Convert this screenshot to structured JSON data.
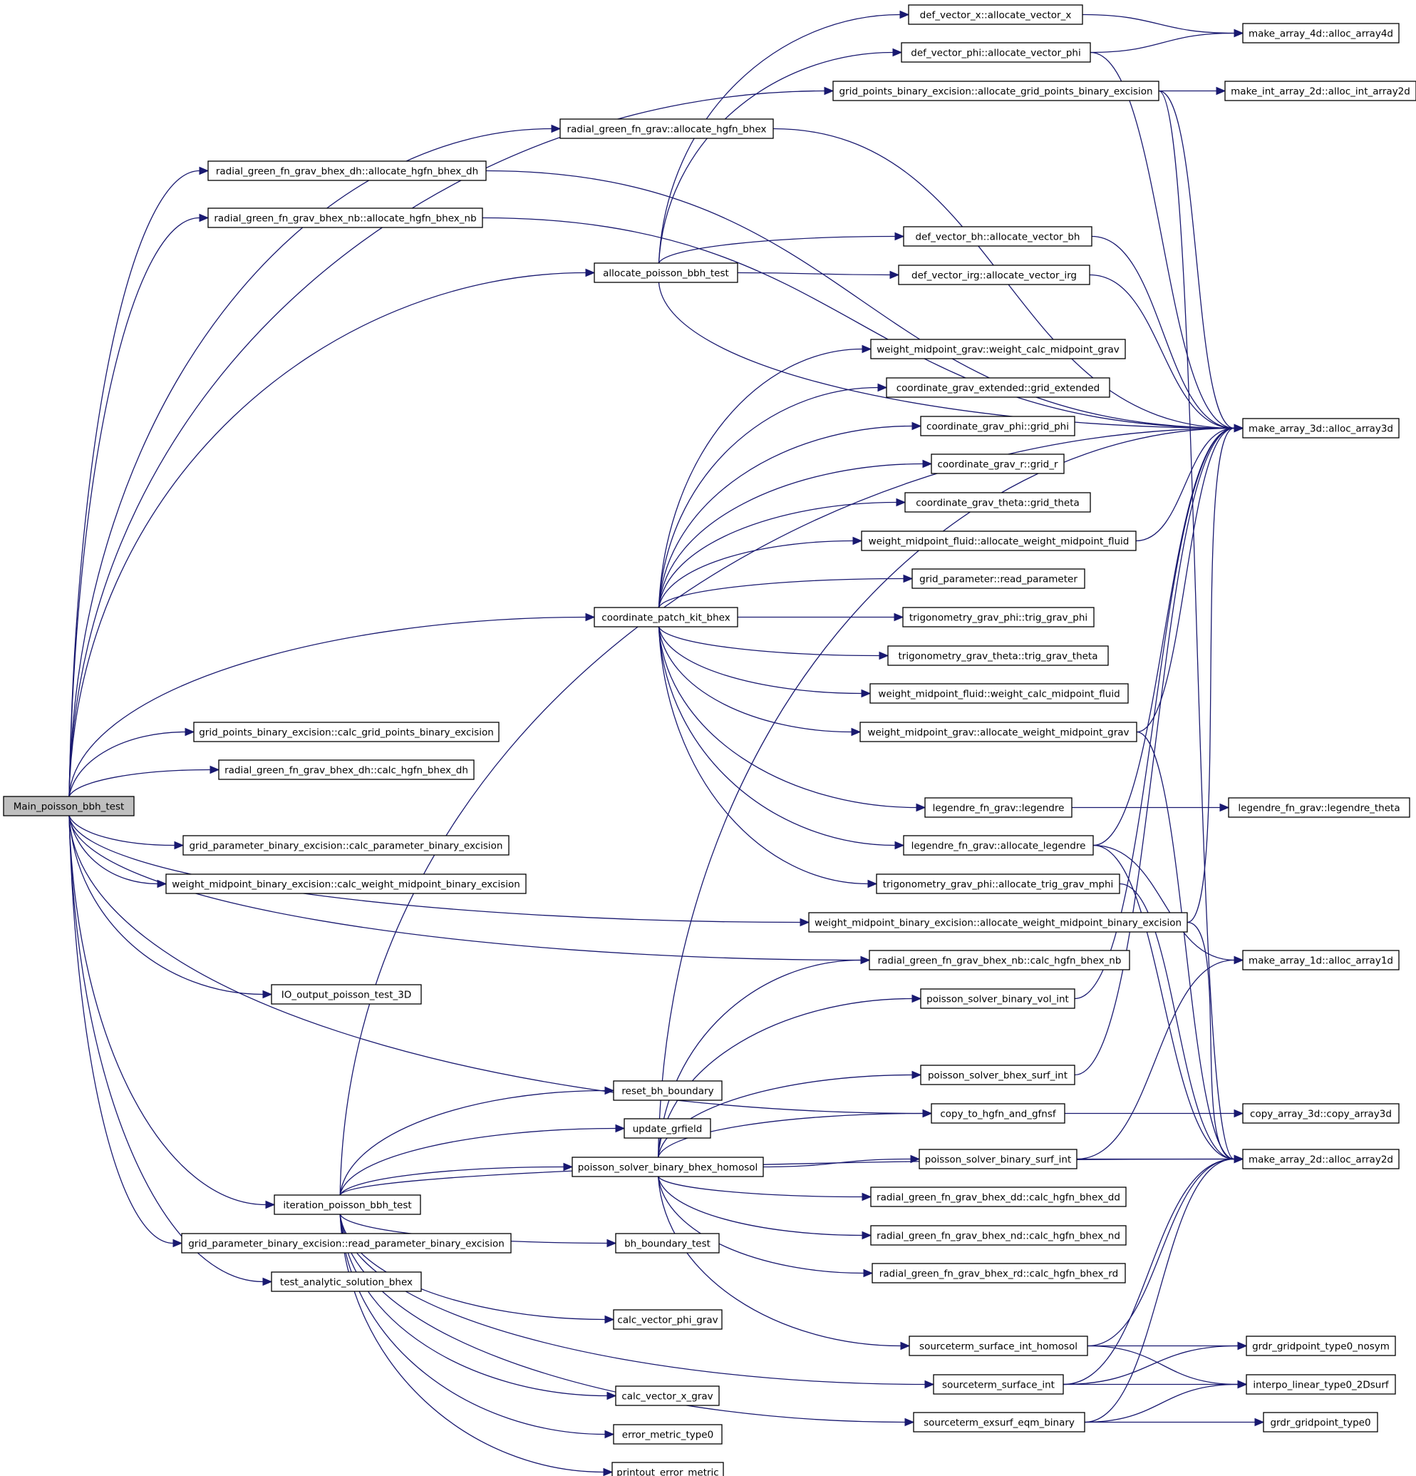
{
  "graph": {
    "edge_color": "#191970",
    "root_fill": "#bfbfbf",
    "nodes": [
      {
        "id": "main",
        "label": "Main_poisson_bbh_test",
        "root": true
      },
      {
        "id": "def_vector_x",
        "label": "def_vector_x::allocate_vector_x"
      },
      {
        "id": "def_vector_phi",
        "label": "def_vector_phi::allocate_vector_phi"
      },
      {
        "id": "gp_alloc",
        "label": "grid_points_binary_excision::allocate_grid_points_binary_excision"
      },
      {
        "id": "rg_alloc",
        "label": "radial_green_fn_grav::allocate_hgfn_bhex"
      },
      {
        "id": "rg_dh_alloc",
        "label": "radial_green_fn_grav_bhex_dh::allocate_hgfn_bhex_dh"
      },
      {
        "id": "rg_nb_alloc",
        "label": "radial_green_fn_grav_bhex_nb::allocate_hgfn_bhex_nb"
      },
      {
        "id": "alloc_pbt",
        "label": "allocate_poisson_bbh_test"
      },
      {
        "id": "def_vector_bh",
        "label": "def_vector_bh::allocate_vector_bh"
      },
      {
        "id": "def_vector_irg",
        "label": "def_vector_irg::allocate_vector_irg"
      },
      {
        "id": "wmg_calc",
        "label": "weight_midpoint_grav::weight_calc_midpoint_grav"
      },
      {
        "id": "cge",
        "label": "coordinate_grav_extended::grid_extended"
      },
      {
        "id": "cgphi",
        "label": "coordinate_grav_phi::grid_phi"
      },
      {
        "id": "cgr",
        "label": "coordinate_grav_r::grid_r"
      },
      {
        "id": "cgtheta",
        "label": "coordinate_grav_theta::grid_theta"
      },
      {
        "id": "wmf_alloc",
        "label": "weight_midpoint_fluid::allocate_weight_midpoint_fluid"
      },
      {
        "id": "gp_read",
        "label": "grid_parameter::read_parameter"
      },
      {
        "id": "cpk",
        "label": "coordinate_patch_kit_bhex"
      },
      {
        "id": "tgphi",
        "label": "trigonometry_grav_phi::trig_grav_phi"
      },
      {
        "id": "tgtheta",
        "label": "trigonometry_grav_theta::trig_grav_theta"
      },
      {
        "id": "wmf_calc",
        "label": "weight_midpoint_fluid::weight_calc_midpoint_fluid"
      },
      {
        "id": "gpbe_calc",
        "label": "grid_points_binary_excision::calc_grid_points_binary_excision"
      },
      {
        "id": "wmg_alloc",
        "label": "weight_midpoint_grav::allocate_weight_midpoint_grav"
      },
      {
        "id": "rg_dh_calc",
        "label": "radial_green_fn_grav_bhex_dh::calc_hgfn_bhex_dh"
      },
      {
        "id": "leg",
        "label": "legendre_fn_grav::legendre"
      },
      {
        "id": "leg_alloc",
        "label": "legendre_fn_grav::allocate_legendre"
      },
      {
        "id": "gpar_calc",
        "label": "grid_parameter_binary_excision::calc_parameter_binary_excision"
      },
      {
        "id": "wmbe_calc",
        "label": "weight_midpoint_binary_excision::calc_weight_midpoint_binary_excision"
      },
      {
        "id": "tgphi_alloc",
        "label": "trigonometry_grav_phi::allocate_trig_grav_mphi"
      },
      {
        "id": "wmbe_alloc",
        "label": "weight_midpoint_binary_excision::allocate_weight_midpoint_binary_excision"
      },
      {
        "id": "rg_nb_calc",
        "label": "radial_green_fn_grav_bhex_nb::calc_hgfn_bhex_nb"
      },
      {
        "id": "io_out",
        "label": "IO_output_poisson_test_3D"
      },
      {
        "id": "ps_vol",
        "label": "poisson_solver_binary_vol_int"
      },
      {
        "id": "ps_bsurf",
        "label": "poisson_solver_bhex_surf_int"
      },
      {
        "id": "reset_bh",
        "label": "reset_bh_boundary"
      },
      {
        "id": "copy_hgfn",
        "label": "copy_to_hgfn_and_gfnsf"
      },
      {
        "id": "upd_gr",
        "label": "update_grfield"
      },
      {
        "id": "ps_homo",
        "label": "poisson_solver_binary_bhex_homosol"
      },
      {
        "id": "ps_surf",
        "label": "poisson_solver_binary_surf_int"
      },
      {
        "id": "iter",
        "label": "iteration_poisson_bbh_test"
      },
      {
        "id": "rg_dd_calc",
        "label": "radial_green_fn_grav_bhex_dd::calc_hgfn_bhex_dd"
      },
      {
        "id": "gpar_read",
        "label": "grid_parameter_binary_excision::read_parameter_binary_excision"
      },
      {
        "id": "bh_test",
        "label": "bh_boundary_test"
      },
      {
        "id": "rg_nd_calc",
        "label": "radial_green_fn_grav_bhex_nd::calc_hgfn_bhex_nd"
      },
      {
        "id": "test_analytic",
        "label": "test_analytic_solution_bhex"
      },
      {
        "id": "rg_rd_calc",
        "label": "radial_green_fn_grav_bhex_rd::calc_hgfn_bhex_rd"
      },
      {
        "id": "calc_phi",
        "label": "calc_vector_phi_grav"
      },
      {
        "id": "st_homo",
        "label": "sourceterm_surface_int_homosol"
      },
      {
        "id": "st_int",
        "label": "sourceterm_surface_int"
      },
      {
        "id": "calc_x",
        "label": "calc_vector_x_grav"
      },
      {
        "id": "st_exsurf",
        "label": "sourceterm_exsurf_eqm_binary"
      },
      {
        "id": "err_metric",
        "label": "error_metric_type0"
      },
      {
        "id": "print_err",
        "label": "printout_error_metric"
      },
      {
        "id": "alloc4d",
        "label": "make_array_4d::alloc_array4d"
      },
      {
        "id": "alloc_int2d",
        "label": "make_int_array_2d::alloc_int_array2d"
      },
      {
        "id": "alloc3d",
        "label": "make_array_3d::alloc_array3d"
      },
      {
        "id": "leg_theta",
        "label": "legendre_fn_grav::legendre_theta"
      },
      {
        "id": "alloc1d",
        "label": "make_array_1d::alloc_array1d"
      },
      {
        "id": "copy3d",
        "label": "copy_array_3d::copy_array3d"
      },
      {
        "id": "alloc2d",
        "label": "make_array_2d::alloc_array2d"
      },
      {
        "id": "grdr_nosym",
        "label": "grdr_gridpoint_type0_nosym"
      },
      {
        "id": "interpo",
        "label": "interpo_linear_type0_2Dsurf"
      },
      {
        "id": "grdr",
        "label": "grdr_gridpoint_type0"
      }
    ],
    "edges": [
      [
        "main",
        "gp_alloc"
      ],
      [
        "main",
        "rg_alloc"
      ],
      [
        "main",
        "rg_dh_alloc"
      ],
      [
        "main",
        "rg_nb_alloc"
      ],
      [
        "main",
        "alloc_pbt"
      ],
      [
        "main",
        "cpk"
      ],
      [
        "main",
        "gpbe_calc"
      ],
      [
        "main",
        "rg_dh_calc"
      ],
      [
        "main",
        "gpar_calc"
      ],
      [
        "main",
        "wmbe_calc"
      ],
      [
        "main",
        "wmbe_alloc"
      ],
      [
        "main",
        "rg_nb_calc"
      ],
      [
        "main",
        "io_out"
      ],
      [
        "main",
        "copy_hgfn"
      ],
      [
        "main",
        "iter"
      ],
      [
        "main",
        "gpar_read"
      ],
      [
        "main",
        "test_analytic"
      ],
      [
        "alloc_pbt",
        "def_vector_x"
      ],
      [
        "alloc_pbt",
        "def_vector_phi"
      ],
      [
        "alloc_pbt",
        "def_vector_bh"
      ],
      [
        "alloc_pbt",
        "def_vector_irg"
      ],
      [
        "alloc_pbt",
        "alloc3d"
      ],
      [
        "def_vector_x",
        "alloc4d"
      ],
      [
        "def_vector_phi",
        "alloc4d"
      ],
      [
        "def_vector_phi",
        "alloc3d"
      ],
      [
        "gp_alloc",
        "alloc_int2d"
      ],
      [
        "gp_alloc",
        "alloc3d"
      ],
      [
        "gp_alloc",
        "alloc2d"
      ],
      [
        "rg_alloc",
        "alloc3d"
      ],
      [
        "rg_dh_alloc",
        "alloc3d"
      ],
      [
        "rg_nb_alloc",
        "alloc3d"
      ],
      [
        "def_vector_bh",
        "alloc3d"
      ],
      [
        "def_vector_irg",
        "alloc3d"
      ],
      [
        "cpk",
        "wmg_calc"
      ],
      [
        "cpk",
        "cge"
      ],
      [
        "cpk",
        "cgphi"
      ],
      [
        "cpk",
        "cgr"
      ],
      [
        "cpk",
        "cgtheta"
      ],
      [
        "cpk",
        "wmf_alloc"
      ],
      [
        "cpk",
        "gp_read"
      ],
      [
        "cpk",
        "tgphi"
      ],
      [
        "cpk",
        "tgtheta"
      ],
      [
        "cpk",
        "wmf_calc"
      ],
      [
        "cpk",
        "wmg_alloc"
      ],
      [
        "cpk",
        "leg"
      ],
      [
        "cpk",
        "leg_alloc"
      ],
      [
        "cpk",
        "tgphi_alloc"
      ],
      [
        "wmf_alloc",
        "alloc3d"
      ],
      [
        "wmg_alloc",
        "alloc3d"
      ],
      [
        "wmg_alloc",
        "alloc2d"
      ],
      [
        "leg",
        "leg_theta"
      ],
      [
        "leg_alloc",
        "alloc3d"
      ],
      [
        "leg_alloc",
        "alloc1d"
      ],
      [
        "leg_alloc",
        "alloc2d"
      ],
      [
        "tgphi_alloc",
        "alloc2d"
      ],
      [
        "wmbe_alloc",
        "alloc3d"
      ],
      [
        "wmbe_alloc",
        "alloc2d"
      ],
      [
        "iter",
        "alloc3d"
      ],
      [
        "iter",
        "reset_bh"
      ],
      [
        "iter",
        "upd_gr"
      ],
      [
        "iter",
        "ps_homo"
      ],
      [
        "iter",
        "bh_test"
      ],
      [
        "iter",
        "calc_phi"
      ],
      [
        "iter",
        "calc_x"
      ],
      [
        "iter",
        "err_metric"
      ],
      [
        "iter",
        "print_err"
      ],
      [
        "iter",
        "st_int"
      ],
      [
        "iter",
        "st_exsurf"
      ],
      [
        "iter",
        "alloc2d"
      ],
      [
        "ps_homo",
        "rg_nb_calc"
      ],
      [
        "ps_homo",
        "ps_vol"
      ],
      [
        "ps_homo",
        "ps_bsurf"
      ],
      [
        "ps_homo",
        "copy_hgfn"
      ],
      [
        "ps_homo",
        "ps_surf"
      ],
      [
        "ps_homo",
        "rg_dd_calc"
      ],
      [
        "ps_homo",
        "rg_nd_calc"
      ],
      [
        "ps_homo",
        "rg_rd_calc"
      ],
      [
        "ps_homo",
        "st_homo"
      ],
      [
        "ps_homo",
        "alloc3d"
      ],
      [
        "ps_vol",
        "alloc3d"
      ],
      [
        "ps_bsurf",
        "alloc3d"
      ],
      [
        "copy_hgfn",
        "copy3d"
      ],
      [
        "ps_surf",
        "alloc2d"
      ],
      [
        "ps_surf",
        "alloc1d"
      ],
      [
        "st_homo",
        "grdr_nosym"
      ],
      [
        "st_homo",
        "interpo"
      ],
      [
        "st_homo",
        "alloc2d"
      ],
      [
        "st_int",
        "grdr_nosym"
      ],
      [
        "st_int",
        "interpo"
      ],
      [
        "st_int",
        "alloc2d"
      ],
      [
        "st_exsurf",
        "interpo"
      ],
      [
        "st_exsurf",
        "grdr"
      ],
      [
        "st_exsurf",
        "alloc2d"
      ]
    ]
  }
}
